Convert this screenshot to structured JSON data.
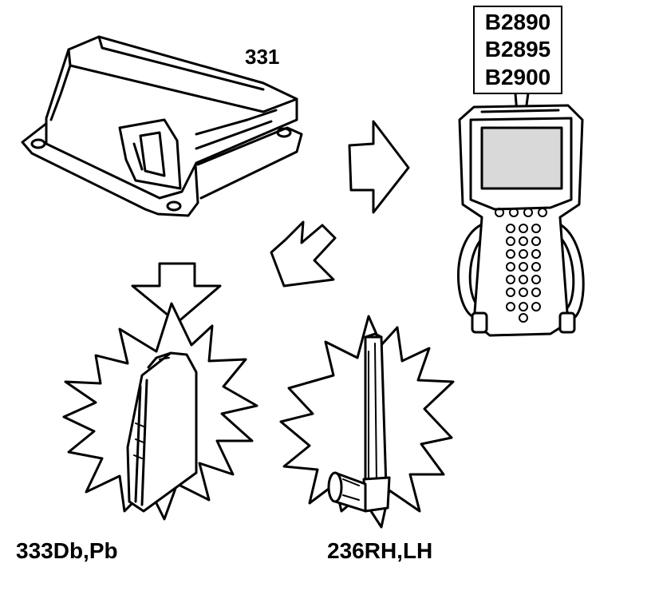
{
  "labels": {
    "module": "331",
    "seat_airbag": "333Db,Pb",
    "sensor": "236RH,LH"
  },
  "scan_tool": {
    "codes": [
      "B2890",
      "B2895",
      "B2900"
    ]
  },
  "colors": {
    "ink": "#000000",
    "paper": "#ffffff",
    "screen_fill": "#d9d9d9"
  }
}
